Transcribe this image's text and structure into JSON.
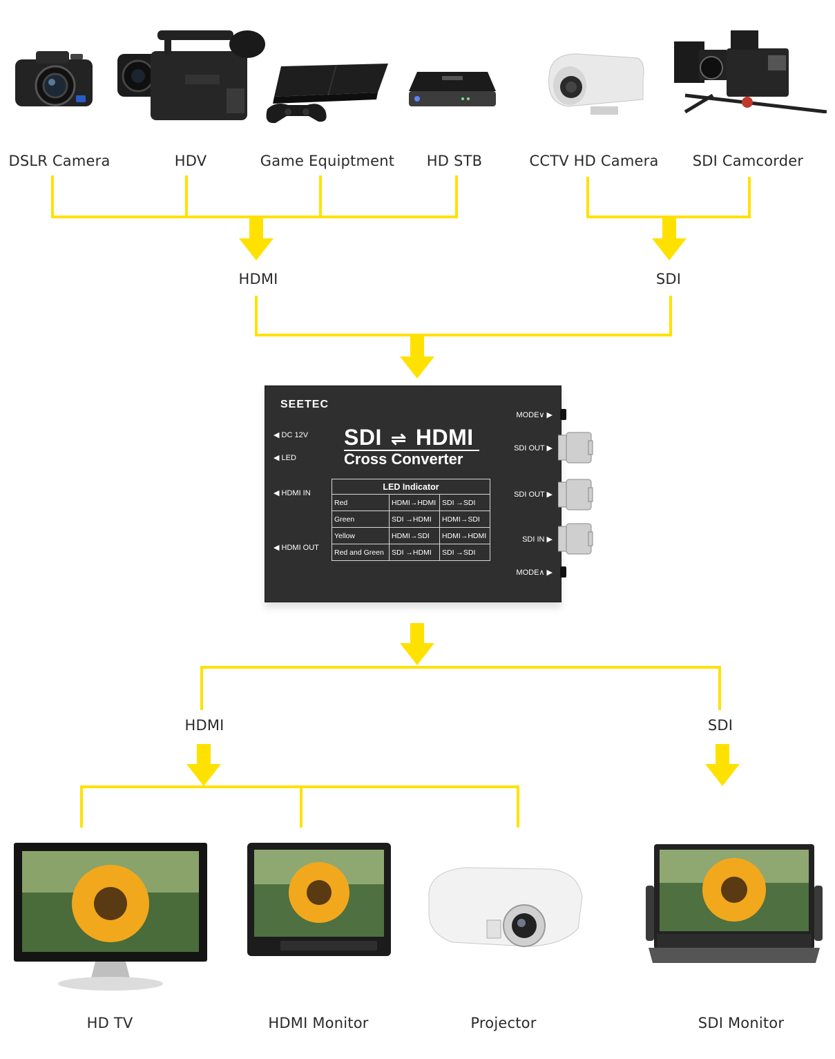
{
  "sources": {
    "hdmi_devices": [
      {
        "label": "DSLR Camera",
        "icon": "dslr-camera-icon"
      },
      {
        "label": "HDV",
        "icon": "hdv-camcorder-icon"
      },
      {
        "label": "Game Equiptment",
        "icon": "game-console-icon"
      },
      {
        "label": "HD STB",
        "icon": "set-top-box-icon"
      }
    ],
    "sdi_devices": [
      {
        "label": "CCTV HD Camera",
        "icon": "cctv-camera-icon"
      },
      {
        "label": "SDI Camcorder",
        "icon": "sdi-camcorder-icon"
      }
    ],
    "hdmi_label": "HDMI",
    "sdi_label": "SDI"
  },
  "converter": {
    "brand": "SEETEC",
    "title_left": "SDI",
    "title_right": "HDMI",
    "subtitle": "Cross Converter",
    "ports_left": [
      "DC 12V",
      "LED",
      "HDMI IN",
      "HDMI OUT"
    ],
    "ports_right": [
      "MODE",
      "SDI OUT",
      "SDI OUT",
      "SDI IN",
      "MODE"
    ],
    "led_indicator": {
      "header": "LED Indicator",
      "rows": [
        [
          "Red",
          "HDMI→HDMI",
          "SDI →SDI"
        ],
        [
          "Green",
          "SDI →HDMI",
          "HDMI→SDI"
        ],
        [
          "Yellow",
          "HDMI→SDI",
          "HDMI→HDMI"
        ],
        [
          "Red and Green",
          "SDI →HDMI",
          "SDI →SDI"
        ]
      ]
    }
  },
  "outputs": {
    "hdmi_label": "HDMI",
    "sdi_label": "SDI",
    "hdmi_devices": [
      {
        "label": "HD TV",
        "icon": "hd-tv-icon"
      },
      {
        "label": "HDMI Monitor",
        "icon": "hdmi-monitor-icon"
      },
      {
        "label": "Projector",
        "icon": "projector-icon"
      }
    ],
    "sdi_devices": [
      {
        "label": "SDI Monitor",
        "icon": "sdi-monitor-icon"
      }
    ]
  },
  "colors": {
    "connector": "#FFE100",
    "device_body": "#2f2f2f"
  }
}
